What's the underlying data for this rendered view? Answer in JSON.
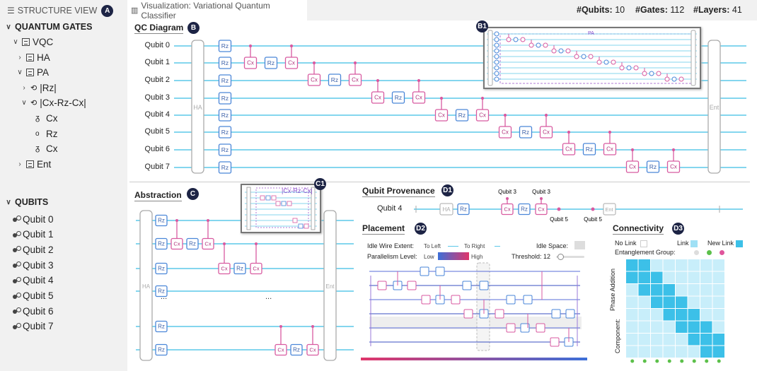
{
  "sidebar": {
    "structure_title": "STRUCTURE VIEW",
    "structure_badge": "A",
    "gates_title": "QUANTUM GATES",
    "tree": [
      "VQC",
      "HA",
      "PA",
      "|Rz|",
      "|Cx-Rz-Cx|",
      "Cx",
      "Rz",
      "Cx",
      "Ent"
    ],
    "qubits_title": "QUBITS",
    "qubits": [
      "Qubit 0",
      "Qubit 1",
      "Qubit 2",
      "Qubit 3",
      "Qubit 4",
      "Qubit 5",
      "Qubit 6",
      "Qubit 7"
    ]
  },
  "header": {
    "vis_title": "Visualization: Variational Quantum Classifier",
    "stats": {
      "qubits_label": "#Qubits:",
      "qubits": "10",
      "gates_label": "#Gates:",
      "gates": "112",
      "layers_label": "#Layers:",
      "layers": "41"
    }
  },
  "qc": {
    "title": "QC Diagram",
    "badge": "B",
    "minimap_badge": "B1",
    "pa_label": "PA",
    "qubits": [
      "Qubit 0",
      "Qubit 1",
      "Qubit 2",
      "Qubit 3",
      "Qubit 4",
      "Qubit 5",
      "Qubit 6",
      "Qubit 7"
    ],
    "ha": "HA",
    "ent": "Ent",
    "rz": "Rz",
    "cx": "Cx"
  },
  "abstraction": {
    "title": "Abstraction",
    "badge": "C",
    "minimap_badge": "C1",
    "minimap_label": "|Cx-Rz-Cx|",
    "ellipsis": "...",
    "ha": "HA",
    "ent": "Ent"
  },
  "provenance": {
    "title": "Qubit Provenance",
    "badge": "D1",
    "qubit": "Qubit 4",
    "top_labels": [
      "Qubit 3",
      "Qubit 3"
    ],
    "bottom_labels": [
      "Qubit 5",
      "Qubit 5"
    ],
    "ha": "HA",
    "rz": "Rz",
    "cx": "Cx",
    "ent": "Ent"
  },
  "placement": {
    "title": "Placement",
    "badge": "D2",
    "idle_extent": "Idle Wire Extent:",
    "to_left": "To Left",
    "to_right": "To Right",
    "parallelism": "Parallelism Level:",
    "low": "Low",
    "high": "High",
    "idle_space": "Idle Space:",
    "threshold": "Threshold:",
    "threshold_value": "12"
  },
  "connectivity": {
    "title": "Connectivity",
    "badge": "D3",
    "no_link": "No Link",
    "link": "Link",
    "new_link": "New Link",
    "ent_group": "Entanglement Group:",
    "phase_addition": "Phase Addition",
    "component": "Component:"
  },
  "colors": {
    "wire": "#5cc8e8",
    "rz": "#4a86d8",
    "cx": "#d85aa0",
    "badge": "#1d2445",
    "cell_link": "#9fe0f5",
    "cell_new": "#3cc0e8"
  }
}
